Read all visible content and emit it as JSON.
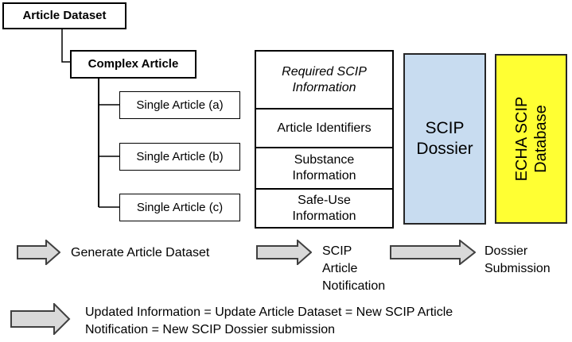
{
  "diagram": {
    "tree": {
      "root": "Article Dataset",
      "complex": "Complex Article",
      "singles": [
        "Single Article (a)",
        "Single Article (b)",
        "Single Article (c)"
      ]
    },
    "info_table": {
      "header": "Required SCIP\nInformation",
      "rows": [
        "Article Identifiers",
        "Substance\nInformation",
        "Safe-Use\nInformation"
      ]
    },
    "dossier": "SCIP\nDossier",
    "database": "ECHA SCIP\nDatabase",
    "flow_arrows": [
      {
        "label": "Generate Article Dataset"
      },
      {
        "label": "SCIP\nArticle\nNotification"
      },
      {
        "label": "Dossier\nSubmission"
      }
    ],
    "update_note": "Updated Information = Update Article Dataset = New SCIP Article\nNotification = New SCIP Dossier submission",
    "colors": {
      "dossier_bg": "#C8DCF0",
      "database_bg": "#FFFF33",
      "arrow_fill": "#D9D9D9",
      "arrow_stroke": "#404040",
      "line": "#000000"
    }
  }
}
